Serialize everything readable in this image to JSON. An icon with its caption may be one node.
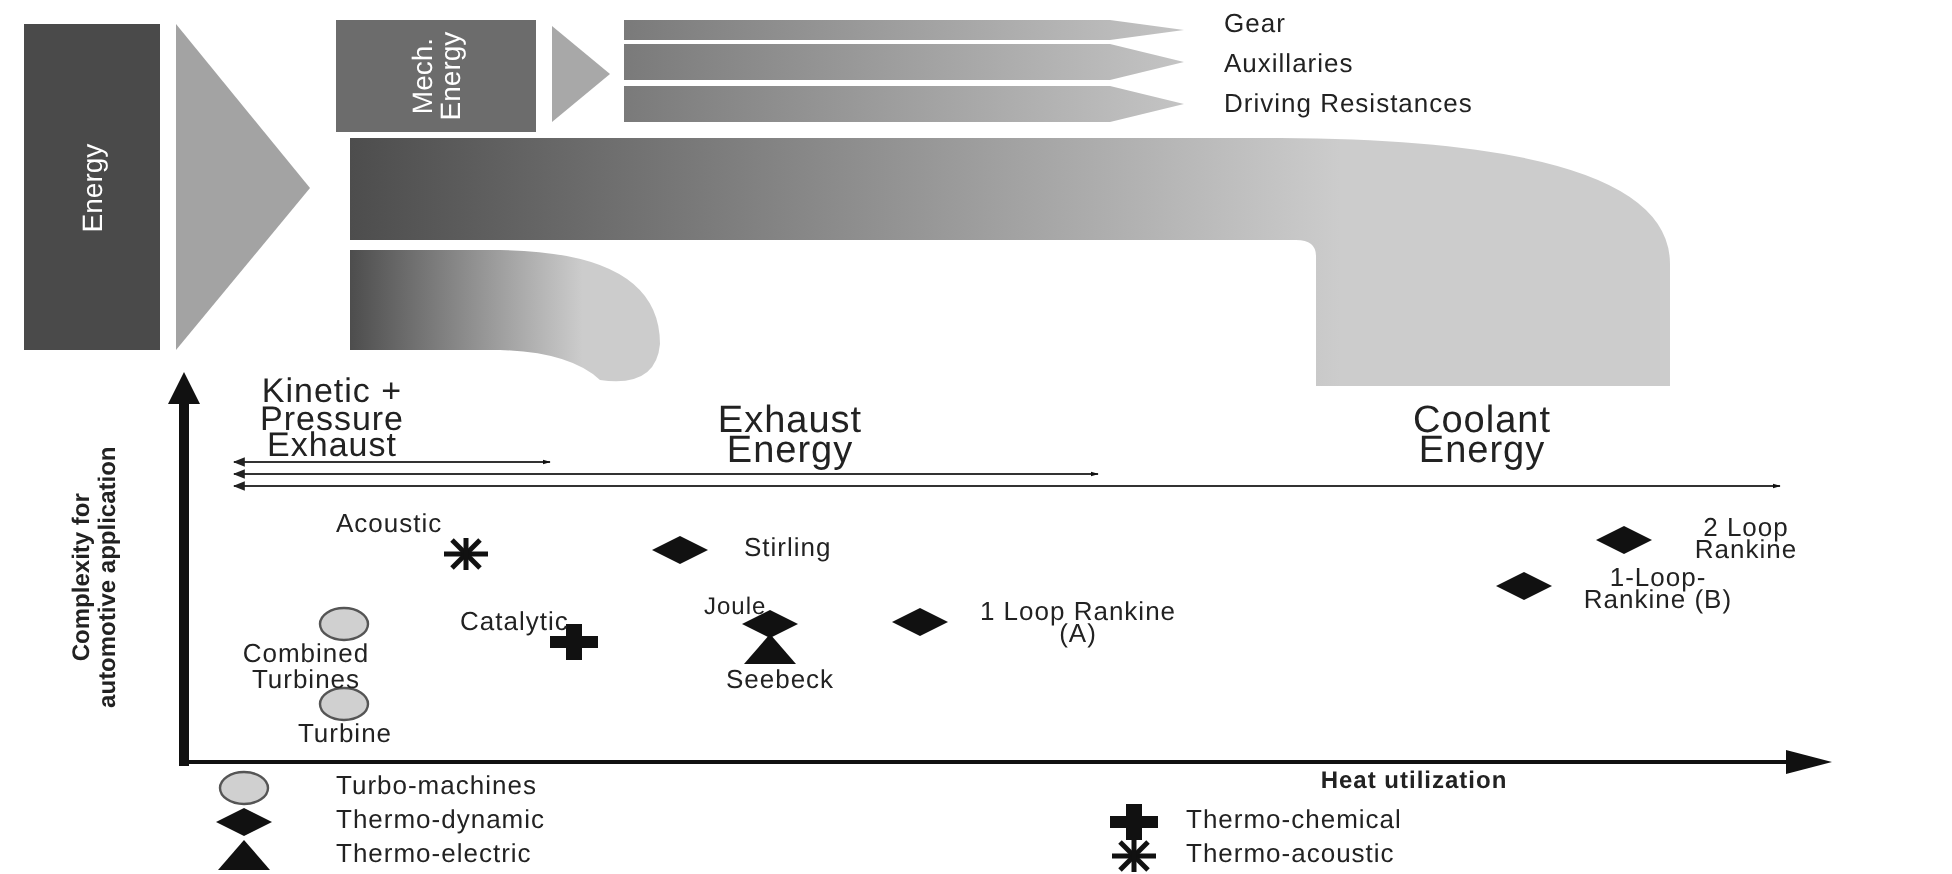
{
  "diagram": {
    "nodes": [
      {
        "text": [
          "Energy"
        ]
      },
      {
        "text": [
          "Mech. Energy"
        ]
      }
    ],
    "labels": [
      "Gear",
      "Auxillaries",
      "Driving Resistances",
      "Kinetic + Pressure Exhaust",
      "Exhaust Energy",
      "Coolant Energy",
      "Complexity for automotive application",
      "Acoustic",
      "Stirling",
      "2 Loop Rankine",
      "1-Loop-Rankine (B)",
      "Joule",
      "Catalytic",
      "1 Loop Rankine (A)",
      "Combined Turbines",
      "Seebeck",
      "Turbine",
      "Heat utilization"
    ],
    "legend": [
      {
        "text": "Turbo-machines"
      },
      {
        "text": "Thermo-dynamic"
      },
      {
        "text": "Thermo-electric"
      },
      {
        "text": "Thermo-chemical"
      },
      {
        "text": "Thermo-acoustic"
      }
    ]
  }
}
